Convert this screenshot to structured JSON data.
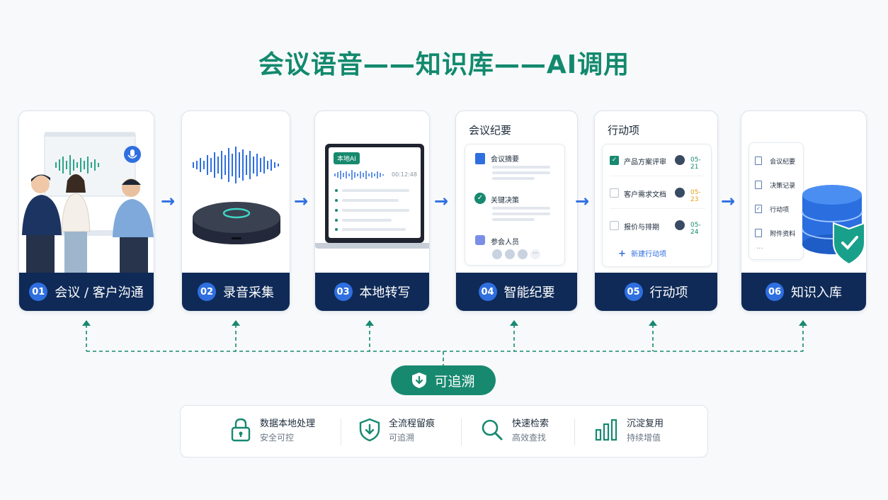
{
  "title": "会议语音——知识库——AI调用",
  "steps": [
    {
      "num": "01",
      "label": "会议 / 客户沟通"
    },
    {
      "num": "02",
      "label": "录音采集"
    },
    {
      "num": "03",
      "label": "本地转写"
    },
    {
      "num": "04",
      "label": "智能纪要"
    },
    {
      "num": "05",
      "label": "行动项"
    },
    {
      "num": "06",
      "label": "知识入库"
    }
  ],
  "transcribe": {
    "badge": "本地AI",
    "time": "00:12:48"
  },
  "minutes": {
    "title": "会议纪要",
    "sections": [
      "会议摘要",
      "关键决策",
      "参会人员"
    ],
    "more": "···"
  },
  "actions": {
    "title": "行动项",
    "items": [
      {
        "label": "产品方案评审",
        "date": "05-21",
        "date_color": "#12896d",
        "checked": true
      },
      {
        "label": "客户需求文档",
        "date": "05-23",
        "date_color": "#e6a01a",
        "checked": false
      },
      {
        "label": "报价与排期",
        "date": "05-24",
        "date_color": "#12896d",
        "checked": false
      }
    ],
    "new_item": "新建行动项"
  },
  "knowledge": {
    "docs": [
      "会议纪要",
      "决策记录",
      "行动项",
      "附件资料"
    ],
    "more": "···"
  },
  "trace": {
    "label": "可追溯"
  },
  "features": [
    {
      "icon": "lock-icon",
      "title": "数据本地处理",
      "sub": "安全可控"
    },
    {
      "icon": "shield-download-icon",
      "title": "全流程留痕",
      "sub": "可追溯"
    },
    {
      "icon": "search-icon",
      "title": "快速检索",
      "sub": "高效查找"
    },
    {
      "icon": "bar-chart-icon",
      "title": "沉淀复用",
      "sub": "持续增值"
    }
  ],
  "colors": {
    "navy": "#0f2a57",
    "accent_blue": "#2f6fe0",
    "green": "#12896d"
  }
}
